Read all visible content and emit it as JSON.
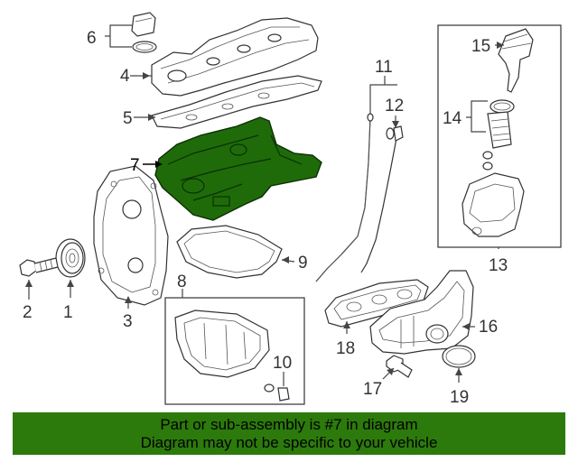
{
  "callouts": {
    "c1": "1",
    "c2": "2",
    "c3": "3",
    "c4": "4",
    "c5": "5",
    "c6": "6",
    "c7": "7",
    "c8": "8",
    "c9": "9",
    "c10": "10",
    "c11": "11",
    "c12": "12",
    "c13": "13",
    "c14": "14",
    "c15": "15",
    "c16": "16",
    "c17": "17",
    "c18": "18",
    "c19": "19"
  },
  "highlight": {
    "part_number": "7",
    "color": "#1f6b0a"
  },
  "banner": {
    "line1": "Part or sub-assembly is #7 in diagram",
    "line2": "Diagram may not be specific to your vehicle",
    "color": "#2d7a0c"
  }
}
